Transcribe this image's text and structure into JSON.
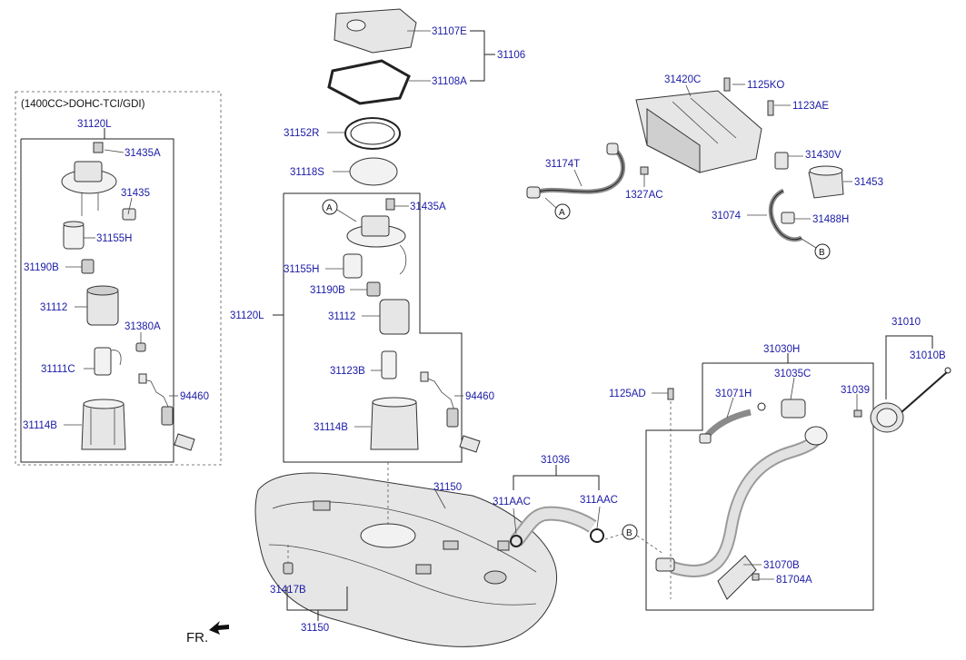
{
  "variant_note": "(1400CC>DOHC-TCI/GDI)",
  "front_marker": "FR.",
  "circle_markers": {
    "a": "A",
    "b": "B"
  },
  "labels": {
    "p31107E": "31107E",
    "p31106": "31106",
    "p31108A": "31108A",
    "p31152R": "31152R",
    "p31118S": "31118S",
    "p31120L_left": "31120L",
    "p31435A_left": "31435A",
    "p31435_left": "31435",
    "p31155H_left": "31155H",
    "p31190B_left": "31190B",
    "p31112_left": "31112",
    "p31380A": "31380A",
    "p31111C": "31111C",
    "p94460_left": "94460",
    "p31114B_left": "31114B",
    "p31435A_mid": "31435A",
    "p31155H_mid": "31155H",
    "p31190B_mid": "31190B",
    "p31120L_mid": "31120L",
    "p31112_mid": "31112",
    "p31123B": "31123B",
    "p94460_mid": "94460",
    "p31114B_mid": "31114B",
    "p31420C": "31420C",
    "p1125KO": "1125KO",
    "p1123AE": "1123AE",
    "p31174T": "31174T",
    "p1327AC": "1327AC",
    "p31430V": "31430V",
    "p31453": "31453",
    "p31074": "31074",
    "p31488H": "31488H",
    "p31010": "31010",
    "p31010B": "31010B",
    "p31030H": "31030H",
    "p31035C": "31035C",
    "p1125AD": "1125AD",
    "p31071H": "31071H",
    "p31039": "31039",
    "p31036": "31036",
    "p311AAC_a": "311AAC",
    "p311AAC_b": "311AAC",
    "p31150_top": "31150",
    "p31417B": "31417B",
    "p31150_bottom": "31150",
    "p31070B": "31070B",
    "p81704A": "81704A"
  }
}
